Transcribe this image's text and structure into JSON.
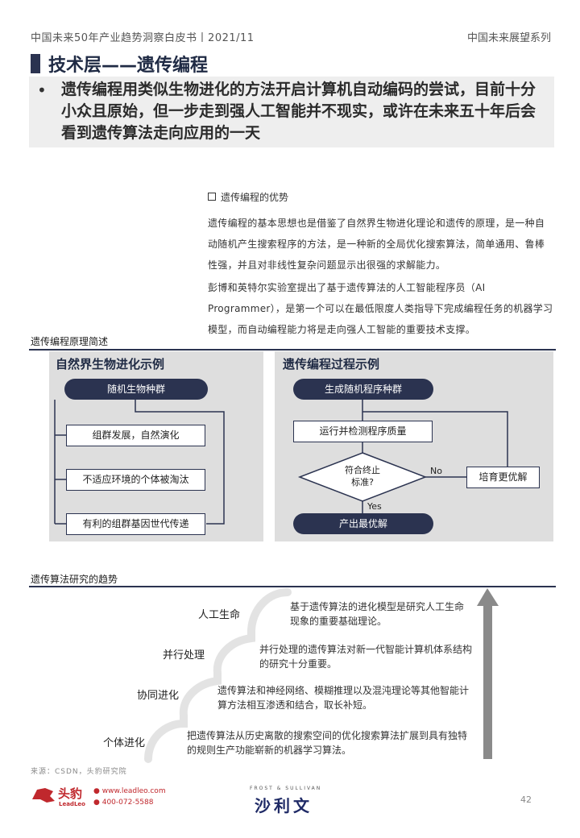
{
  "header": {
    "left": "中国未来50年产业趋势洞察白皮书丨2021/11",
    "right": "中国未来展望系列"
  },
  "title": "技术层——遗传编程",
  "banner": {
    "bullet": "•",
    "text": "遗传编程用类似生物进化的方法开启计算机自动编码的尝试，目前十分小众且原始，但一步走到强人工智能并不现实，或许在未来五十年后会看到遗传算法走向应用的一天"
  },
  "advantages": {
    "heading": "遗传编程的优势",
    "p1": "遗传编程的基本思想也是借鉴了自然界生物进化理论和遗传的原理，是一种自动随机产生搜索程序的方法，是一种新的全局优化搜索算法，简单通用、鲁棒性强，并且对非线性复杂问题显示出很强的求解能力。",
    "p2": "彭博和英特尔实验室提出了基于遗传算法的人工智能程序员（AI Programmer），是第一个可以在最低限度人类指导下完成编程任务的机器学习模型，而自动编程能力将是走向强人工智能的重要技术支撑。"
  },
  "principle": {
    "label": "遗传编程原理简述",
    "left_panel": {
      "title": "自然界生物进化示例",
      "top": "随机生物种群",
      "step1": "组群发展，自然演化",
      "step2": "不适应环境的个体被淘汰",
      "step3": "有利的组群基因世代传递"
    },
    "right_panel": {
      "title": "遗传编程过程示例",
      "top": "生成随机程序种群",
      "step1": "运行并检测程序质量",
      "decision": [
        "符合终止",
        "标准?"
      ],
      "no": "No",
      "yes": "Yes",
      "side": "培育更优解",
      "bottom": "产出最优解"
    }
  },
  "trend": {
    "label": "遗传算法研究的趋势",
    "levels": [
      {
        "name": "人工生命",
        "text": "基于遗传算法的进化模型是研究人工生命现象的重要基础理论。"
      },
      {
        "name": "并行处理",
        "text": "并行处理的遗传算法对新一代智能计算机体系结构的研究十分重要。"
      },
      {
        "name": "协同进化",
        "text": "遗传算法和神经网络、模糊推理以及混沌理论等其他智能计算方法相互渗透和结合，取长补短。"
      },
      {
        "name": "个体进化",
        "text": "把遗传算法从历史离散的搜索空间的优化搜索算法扩展到具有独特的规则生产功能崭新的机器学习算法。"
      }
    ]
  },
  "footer": {
    "source": "来源：CSDN，头豹研究院",
    "leadleo_cn": "头豹",
    "leadleo_en": "LeadLeo",
    "website": "www.leadleo.com",
    "phone": "400-072-5588",
    "frost": "FROST & SULLIVAN",
    "shawen": "沙利文",
    "page": "42"
  },
  "colors": {
    "navy": "#2b3350",
    "panel_gray": "#dedede",
    "brand_red": "#c0282d",
    "arrow_gray": "#8a8a8a"
  }
}
